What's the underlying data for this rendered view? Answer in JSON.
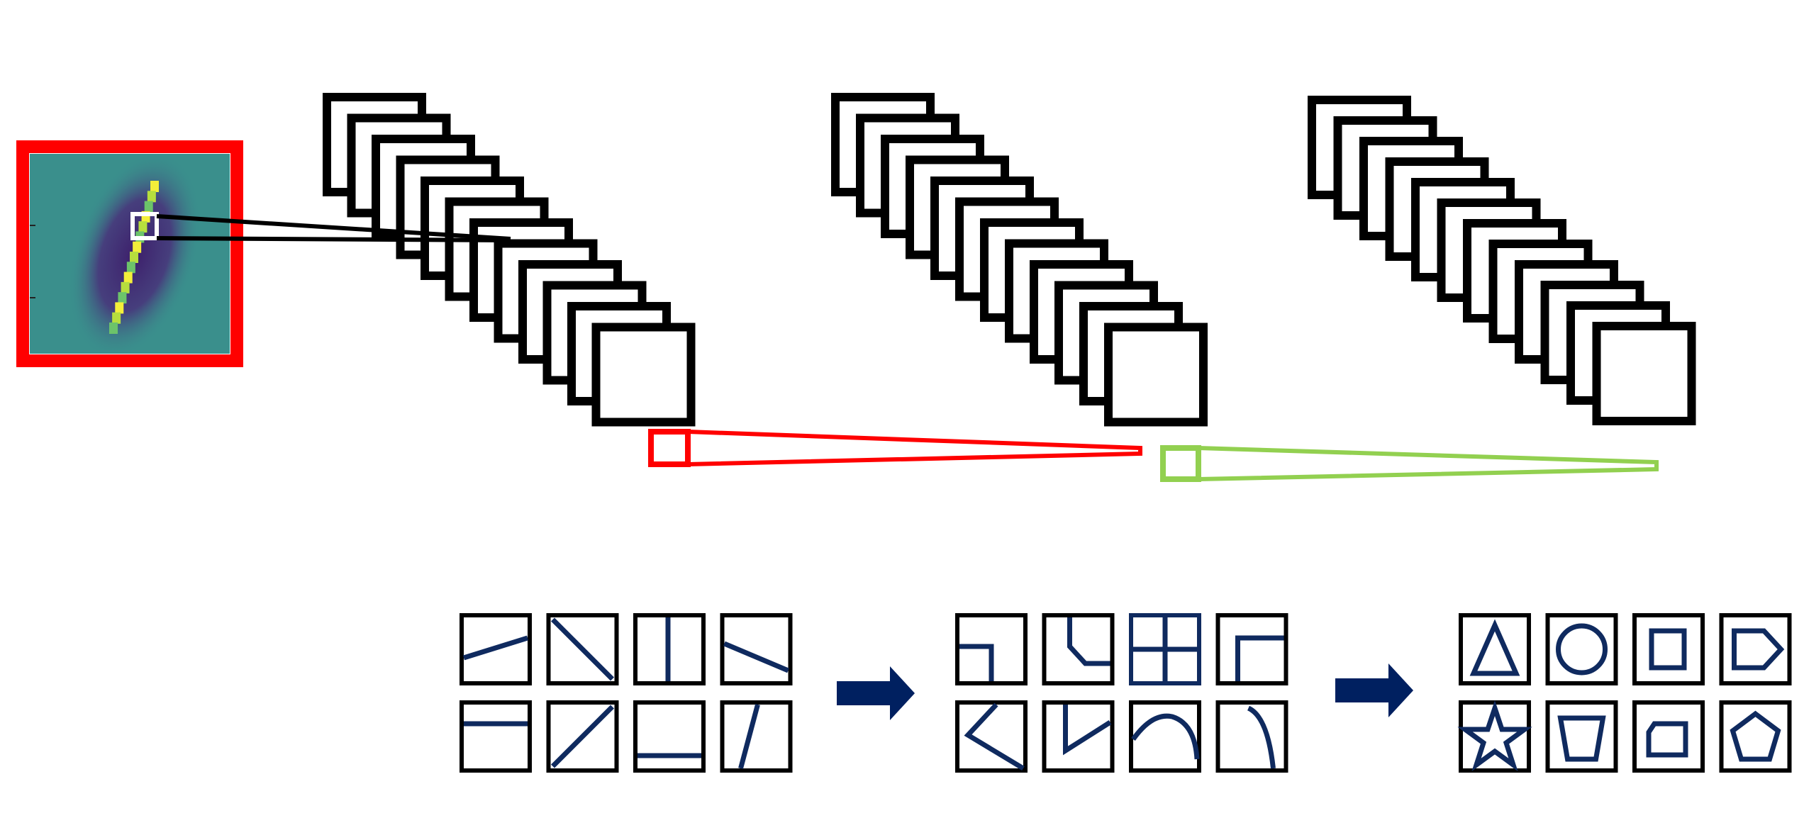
{
  "colors": {
    "background": "#ffffff",
    "stack_outline": "#000000",
    "input_frame": "#ff0000",
    "input_bg": "#3a8f8c",
    "input_dark": "#3d1f6b",
    "input_stroke": "#d8e83a",
    "receptive_field_input": "#ffffff",
    "receptive_field_layer1": "#ff0000",
    "receptive_field_layer2": "#92d050",
    "feature_icon": "#0f2a5f",
    "arrow": "#002060"
  },
  "input_image": {
    "content": "handwritten-digit-one"
  },
  "layers": [
    {
      "name": "conv-layer-1",
      "feature_maps": 12
    },
    {
      "name": "conv-layer-2",
      "feature_maps": 12
    },
    {
      "name": "conv-layer-3",
      "feature_maps": 12
    }
  ],
  "feature_groups": [
    {
      "name": "edge-features",
      "icons": [
        "line-shallow",
        "diagonal-down",
        "vertical-line",
        "line-down-shallow",
        "horizontal-top",
        "diagonal-up",
        "horizontal-bottom",
        "steep-line"
      ]
    },
    {
      "name": "part-features",
      "icons": [
        "corner-top-right",
        "bent-corner",
        "grid-cross",
        "corner-top-left",
        "chevron-left",
        "v-angle",
        "arc-top",
        "curve-right"
      ]
    },
    {
      "name": "shape-features",
      "icons": [
        "triangle",
        "circle",
        "square",
        "pentagon-arrow",
        "star",
        "trapezoid",
        "house-shape",
        "pentagon"
      ]
    }
  ],
  "arrows": [
    "arrow-1",
    "arrow-2"
  ]
}
